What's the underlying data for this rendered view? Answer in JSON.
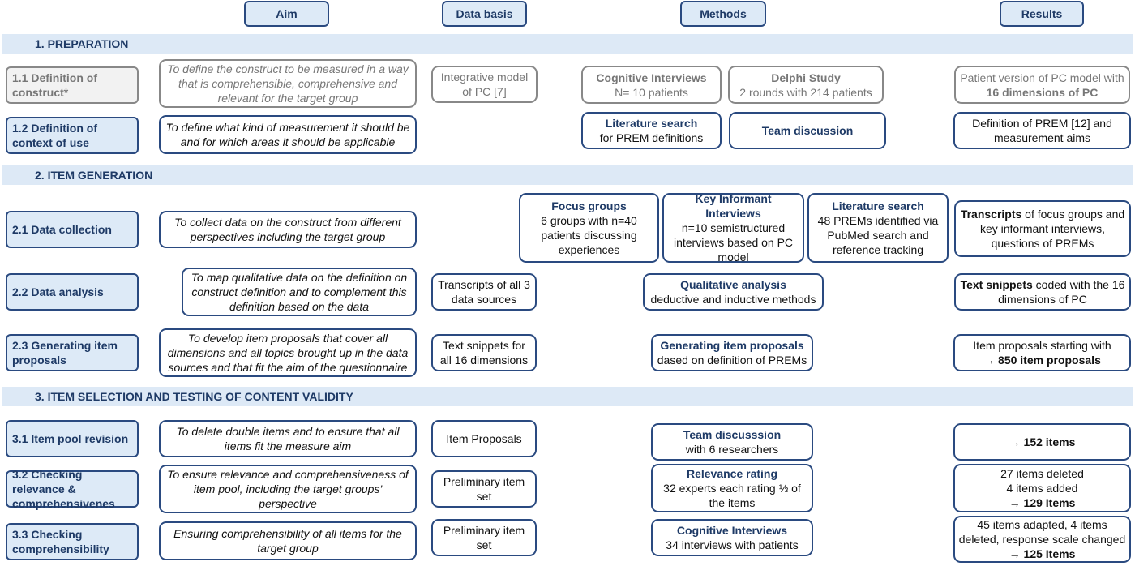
{
  "headers": {
    "aim": "Aim",
    "data_basis": "Data basis",
    "methods": "Methods",
    "results": "Results"
  },
  "sections": {
    "s1": "1. PREPARATION",
    "s2": "2. ITEM GENERATION",
    "s3": "3. ITEM SELECTION AND TESTING OF CONTENT VALIDITY"
  },
  "rows": {
    "r11": {
      "label": "1.1 Definition of construct*",
      "aim": "To define the construct to be measured in a way that is comprehensible, comprehensive and relevant for the target group",
      "data": "Integrative model of PC [7]",
      "m1_title": "Cognitive Interviews",
      "m1_text": "N= 10  patients",
      "m2_title": "Delphi Study",
      "m2_text": "2 rounds with 214 patients",
      "res_a": "Patient version of PC model with ",
      "res_b": "16 dimensions of PC"
    },
    "r12": {
      "label": "1.2 Definition of context of use",
      "aim": "To define what kind of measurement it should be and for which areas it should be applicable",
      "m1_title": "Literature search",
      "m1_text": "for PREM definitions",
      "m2_title": "Team discussion",
      "res": "Definition of PREM [12] and measurement aims"
    },
    "r21": {
      "label": "2.1 Data collection",
      "aim": "To collect data on the construct from different perspectives including the target group",
      "m1_title": "Focus groups",
      "m1_text": "6 groups with n=40 patients discussing experiences",
      "m2_title": "Key Informant Interviews",
      "m2_text": "n=10 semistructured interviews based on PC model",
      "m3_title": "Literature search",
      "m3_text": "48 PREMs identified via PubMed search and reference tracking",
      "res_b": "Transcripts",
      "res_a": " of focus groups and key informant interviews, questions of PREMs"
    },
    "r22": {
      "label": "2.2 Data analysis",
      "aim": "To map qualitative data on the definition on construct definition and to complement this definition based on the data",
      "data": "Transcripts of all 3 data sources",
      "m_title": "Qualitative analysis",
      "m_text": "deductive and inductive methods",
      "res_b": "Text snippets",
      "res_a": " coded with the 16 dimensions of PC"
    },
    "r23": {
      "label": "2.3 Generating item proposals",
      "aim": "To develop item proposals that cover all dimensions and all topics brought up in the data sources and that fit the aim of the questionnaire",
      "data": "Text snippets for all 16 dimensions",
      "m_title": "Generating item proposals",
      "m_text": "dased on definition of PREMs",
      "res_a": "Item proposals starting with",
      "res_b": "→ 850 item proposals"
    },
    "r31": {
      "label": "3.1 Item pool revision",
      "aim": "To delete double items and to ensure that all items fit the measure aim",
      "data": "Item Proposals",
      "m_title": "Team discusssion",
      "m_text": "with 6 researchers",
      "res_b": "→ 152 items"
    },
    "r32": {
      "label": "3.2 Checking relevance & comprehensivenes",
      "aim": "To ensure relevance and comprehensiveness of item pool, including the target groups' perspective",
      "data": "Preliminary item set",
      "m_title": "Relevance rating",
      "m_text": "32 experts each rating ⅓ of the items",
      "res_a1": "27 items deleted",
      "res_a2": "4 items added",
      "res_b": "→ 129 Items"
    },
    "r33": {
      "label": "3.3 Checking comprehensibility",
      "aim": "Ensuring comprehensibility of all items for the target group",
      "data": "Preliminary item set",
      "m_title": "Cognitive Interviews",
      "m_text": "34 interviews with patients",
      "res_a": "45 items adapted, 4 items deleted, response scale changed",
      "res_b": "→ 125 Items"
    }
  }
}
